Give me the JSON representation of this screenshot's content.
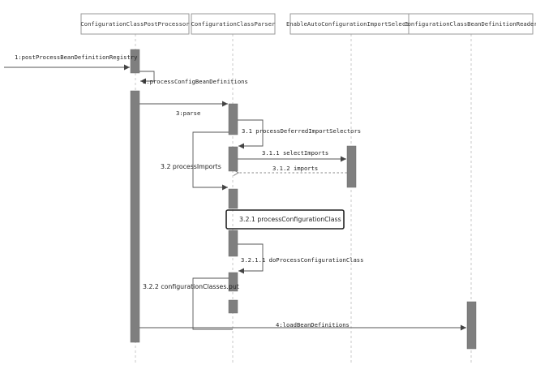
{
  "participants": [
    {
      "id": "p0",
      "label": "ConfigurationClassPostProcessor"
    },
    {
      "id": "p1",
      "label": "ConfigurationClassParser"
    },
    {
      "id": "p2",
      "label": "EnableAutoConfigurationImportSelector"
    },
    {
      "id": "p3",
      "label": "ConfigurationClassBeanDefinitionReader"
    }
  ],
  "messages": [
    {
      "id": "m1",
      "label": "1:postProcessBeanDefinitionRegistry",
      "from": "external",
      "to": "p0"
    },
    {
      "id": "m2",
      "label": "2:processConfigBeanDefinitions",
      "from": "p0",
      "to": "p0",
      "kind": "self"
    },
    {
      "id": "m3",
      "label": "3:parse",
      "from": "p0",
      "to": "p1"
    },
    {
      "id": "m31",
      "label": "3.1 processDeferredImportSelectors",
      "from": "p1",
      "to": "p1",
      "kind": "self"
    },
    {
      "id": "m311",
      "label": "3.1.1 selectImports",
      "from": "p1",
      "to": "p2"
    },
    {
      "id": "m312",
      "label": "3.1.2 imports",
      "from": "p2",
      "to": "p1",
      "kind": "return"
    },
    {
      "id": "m32",
      "label": "3.2 processImports",
      "from": "p1",
      "to": "p1",
      "kind": "self"
    },
    {
      "id": "m321",
      "label": "3.2.1 processConfigurationClass",
      "from": "p1",
      "to": "p1",
      "kind": "self",
      "highlighted": true
    },
    {
      "id": "m3211",
      "label": "3.2.1.1 doProcessConfigurationClass",
      "from": "p1",
      "to": "p1",
      "kind": "self"
    },
    {
      "id": "m322",
      "label": "3.2.2 configurationClasses.put",
      "from": "p1",
      "to": "p1",
      "kind": "self"
    },
    {
      "id": "m4",
      "label": "4:loadBeanDefinitions",
      "from": "p0",
      "to": "p3"
    }
  ]
}
